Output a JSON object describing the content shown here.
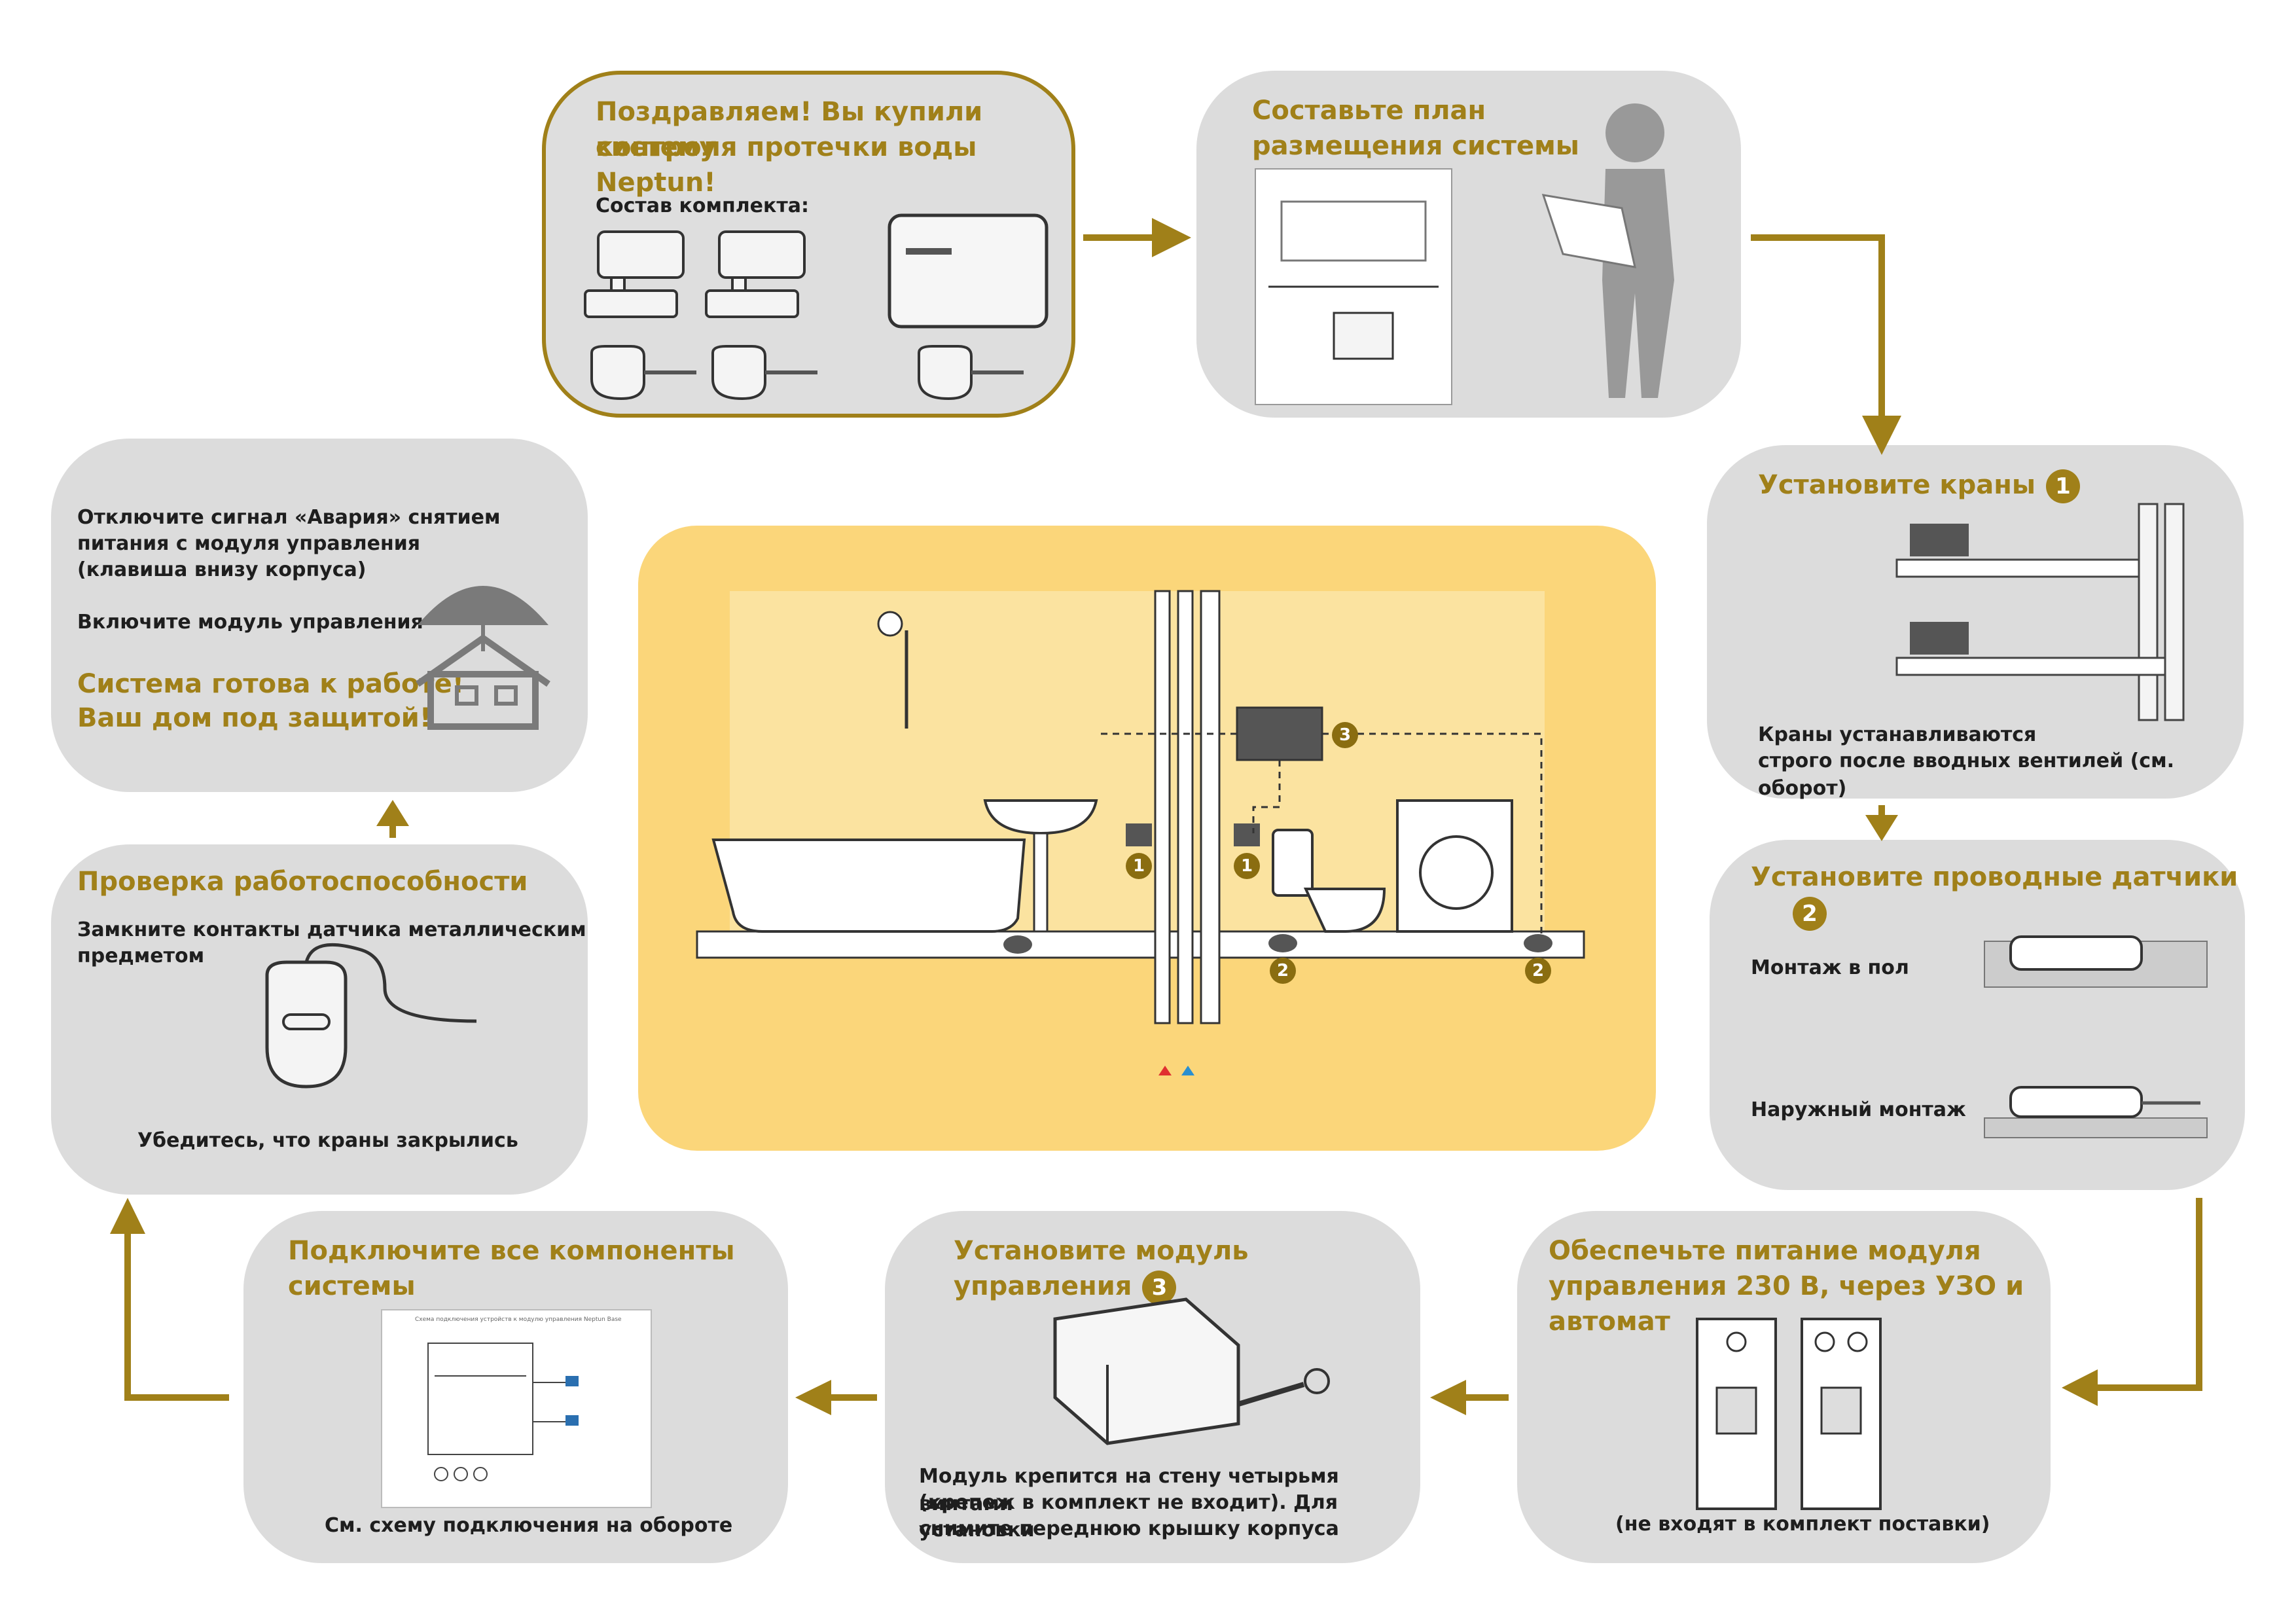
{
  "steps": {
    "purchase": {
      "title_line1": "Поздравляем! Вы купили систему",
      "title_line2": "контроля протечки воды Neptun!",
      "kit_label": "Состав комплекта:"
    },
    "plan": {
      "title_line1": "Составьте план",
      "title_line2": "размещения системы"
    },
    "valves": {
      "title": "Установите краны",
      "badge": "1",
      "note_line1": "Краны устанавливаются",
      "note_line2": "строго после вводных вентилей (см. оборот)"
    },
    "sensors": {
      "title": "Установите проводные датчики",
      "badge": "2",
      "floor_mount": "Монтаж в пол",
      "surface_mount": "Наружный монтаж"
    },
    "power": {
      "title_line1": "Обеспечьте питание модуля",
      "title_line2": "управления 230 В, через УЗО и автомат",
      "note": "(не входят в комплект поставки)"
    },
    "module": {
      "title": "Установите модуль управления",
      "badge": "3",
      "note_line1": "Модуль крепится на стену четырьмя винтами",
      "note_line2": "(крепеж в комплект не входит). Для установки",
      "note_line3": "снимите переднюю крышку корпуса"
    },
    "connect": {
      "title_line1": "Подключите все компоненты",
      "title_line2": "системы",
      "scheme_title": "Схема подключения устройств к модулю управления Neptun Base",
      "note": "См. схему подключения на обороте"
    },
    "check": {
      "title": "Проверка работоспособности",
      "text_line1": "Замкните контакты датчика металлическим",
      "text_line2": "предметом",
      "note": "Убедитесь, что краны закрылись"
    },
    "ready": {
      "text1_line1": "Отключите сигнал «Авария» снятием",
      "text1_line2": "питания с модуля управления",
      "text1_line3": "(клавиша внизу корпуса)",
      "text2": "Включите модуль управления",
      "final_line1": "Система готова к работе!",
      "final_line2": "Ваш дом под защитой!"
    }
  },
  "scheme_badges": {
    "valve": "1",
    "sensor": "2",
    "module": "3"
  },
  "colors": {
    "accent": "#a08019",
    "card_bg": "#dcdcdc",
    "center_bg": "#fbd67a",
    "room_bg": "#fbe3a0",
    "hot_arrow": "#e03030",
    "cold_arrow": "#2a8fd0"
  },
  "icons": [
    "umbrella-house-icon",
    "person-with-plan-icon",
    "valve-icon",
    "sensor-icon",
    "control-module-icon",
    "circuit-breaker-icon",
    "screwdriver-icon"
  ]
}
